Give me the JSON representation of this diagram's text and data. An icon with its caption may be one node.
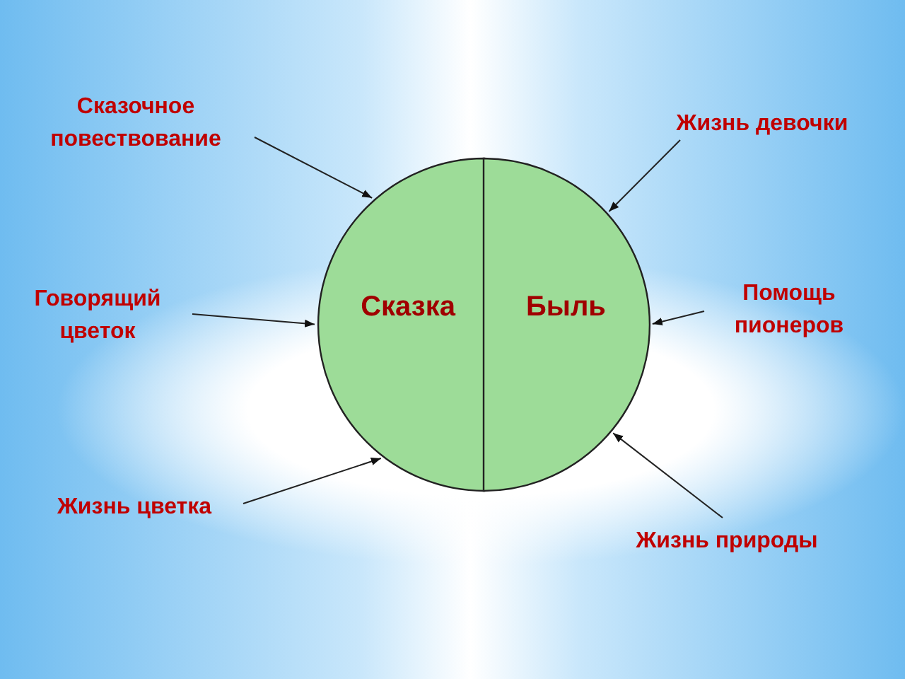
{
  "diagram": {
    "nodes": [
      {
        "text": [
          "Сказочное повествование"
        ]
      },
      {
        "text": [
          "Жизнь девочки"
        ]
      },
      {
        "text": [
          "Говорящий цветок"
        ]
      },
      {
        "text": [
          "Сказка"
        ]
      },
      {
        "text": [
          "Быль"
        ]
      },
      {
        "text": [
          "Помощь пионеров"
        ]
      },
      {
        "text": [
          "Жизнь цветка"
        ]
      },
      {
        "text": [
          "Жизнь природы"
        ]
      }
    ],
    "edges": [
      {
        "from": 0,
        "to": 3,
        "arrow": "to"
      },
      {
        "from": 1,
        "to": 4,
        "arrow": "to"
      },
      {
        "from": 2,
        "to": 3,
        "arrow": "to"
      },
      {
        "from": 5,
        "to": 4,
        "arrow": "to"
      },
      {
        "from": 6,
        "to": 3,
        "arrow": "to"
      },
      {
        "from": 7,
        "to": 4,
        "arrow": "to"
      }
    ]
  }
}
